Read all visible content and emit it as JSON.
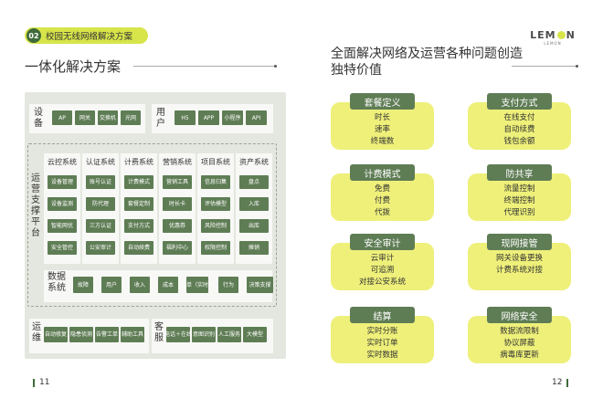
{
  "header": {
    "section_number": "02",
    "section_title": "校园无线网络解决方案",
    "logo_text": [
      "LEM",
      "N"
    ],
    "logo_sub": "LEMON"
  },
  "left": {
    "title": "一体化解决方案",
    "device": {
      "label": "设备",
      "items": [
        "AP",
        "网关",
        "交换机",
        "光网"
      ]
    },
    "user": {
      "label": "用户",
      "items": [
        "H5",
        "APP",
        "小程序",
        "API"
      ]
    },
    "platform": {
      "label": "运营支撑平台",
      "columns": [
        {
          "title": "云控系统",
          "items": [
            "设备管理",
            "设备监测",
            "智能网优",
            "安全管控"
          ]
        },
        {
          "title": "认证系统",
          "items": [
            "账号认证",
            "防代理",
            "三方认证",
            "公安审计"
          ]
        },
        {
          "title": "计费系统",
          "items": [
            "计费模式",
            "套餐定制",
            "支付方式",
            "自动续费"
          ]
        },
        {
          "title": "营销系统",
          "items": [
            "营销工具",
            "时长卡",
            "优惠券",
            "福利中心"
          ]
        },
        {
          "title": "项目系统",
          "items": [
            "信息归集",
            "评估模型",
            "风险控制",
            "权限控制"
          ]
        },
        {
          "title": "资产系统",
          "items": [
            "盘点",
            "入库",
            "出库",
            "摊销"
          ]
        }
      ],
      "data": {
        "label": "数据系统",
        "items": [
          "故障",
          "用户",
          "收入",
          "成本",
          "订单（实时）",
          "行为",
          "决策支撑"
        ]
      }
    },
    "ops": {
      "label": "运维",
      "items": [
        "自动修复",
        "隐患侦测",
        "告警工单",
        "辅助工具"
      ]
    },
    "service": {
      "label": "客服",
      "items": [
        "电话＋在线",
        "意图识别",
        "人工服务",
        "大模型"
      ]
    },
    "page_number": "11"
  },
  "right": {
    "title": "全面解决网络及运营各种问题创造独特价值",
    "cards": [
      {
        "title": "套餐定义",
        "lines": [
          "时长",
          "速率",
          "终端数"
        ]
      },
      {
        "title": "支付方式",
        "lines": [
          "在线支付",
          "自动续费",
          "钱包余额"
        ]
      },
      {
        "title": "计费模式",
        "lines": [
          "免费",
          "付费",
          "代拨"
        ]
      },
      {
        "title": "防共享",
        "lines": [
          "流量控制",
          "终端控制",
          "代理识别"
        ]
      },
      {
        "title": "安全审计",
        "lines": [
          "云审计",
          "可追溯",
          "对接公安系统"
        ]
      },
      {
        "title": "现网接管",
        "lines": [
          "网关设备更换",
          "计费系统对接"
        ]
      },
      {
        "title": "结算",
        "lines": [
          "实时分账",
          "实时订单",
          "实时数据"
        ]
      },
      {
        "title": "网络安全",
        "lines": [
          "数据流限制",
          "协议屏蔽",
          "病毒库更新"
        ]
      }
    ],
    "page_number": "12"
  }
}
